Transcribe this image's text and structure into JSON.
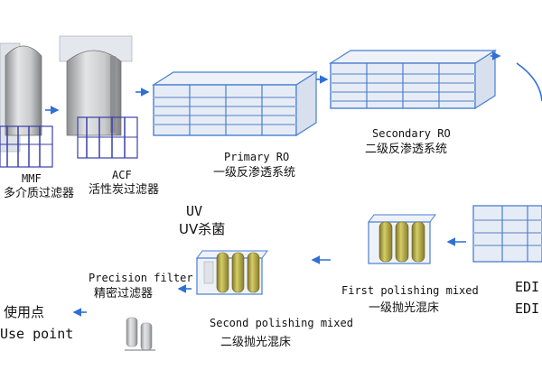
{
  "colors": {
    "frame": "#4a7fd1",
    "frame_dark": "#2f5fb0",
    "panel": "#e6ecf6",
    "tank_metal": "#c9cacb",
    "tank_shadow": "#8d8f91",
    "resin_tank": "#b7ad42",
    "arrow": "#2f6fd6",
    "skid_purple": "#3b3fa8"
  },
  "steps": {
    "mmf": {
      "en": "MMF",
      "cn": "多介质过滤器"
    },
    "acf": {
      "en": "ACF",
      "cn": "活性炭过滤器"
    },
    "primary_ro": {
      "en": "Primary RO",
      "cn": "一级反渗透系统"
    },
    "secondary_ro": {
      "en": "Secondary RO",
      "cn": "二级反渗透系统"
    },
    "edi": {
      "en": "EDI",
      "cn": "EDI"
    },
    "first_polishing": {
      "en": "First polishing mixed",
      "cn": "一级抛光混床"
    },
    "second_polishing": {
      "en": "Second polishing mixed",
      "cn": "二级抛光混床"
    },
    "uv": {
      "en": "UV",
      "cn": "UV杀菌"
    },
    "precision_filter": {
      "en": "Precision filter",
      "cn": "精密过滤器"
    },
    "use_point": {
      "cn": "使用点",
      "en": "Use point"
    }
  }
}
